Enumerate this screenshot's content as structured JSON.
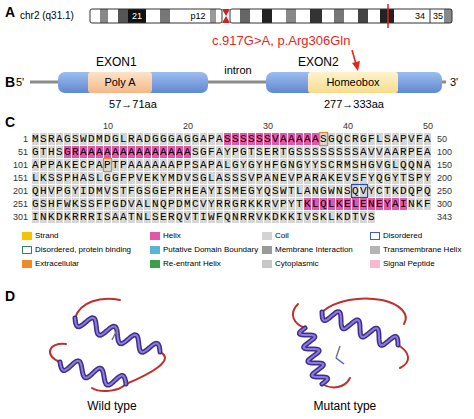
{
  "diagram": {
    "nodes": [
      {
        "text": [
          "EXON1"
        ]
      },
      {
        "text": [
          "Poly A"
        ],
        "in": 0
      },
      {
        "text": [
          "EXON2"
        ]
      },
      {
        "text": [
          "Homeobox"
        ],
        "in": 2
      }
    ],
    "labels": [
      "A",
      "chr2 (q31.1)",
      "21",
      "p12",
      "34",
      "35",
      "c.917G>A, p.Arg306Gln",
      "B",
      "5'",
      "intron",
      "3'",
      "57→71aa",
      "277→333aa",
      "C",
      "10",
      "20",
      "30",
      "40",
      "50",
      "1",
      "MSRAGSWDMDGLRADGGGAGGAPASSSSSSVAAAAASGQCRGFLSAPVFA",
      "50",
      "51",
      "GTHSGRAAAAAAAAAAAAAASGFAYPGTSERTGSSSSSSSSAVVAARPEA",
      "100",
      "101",
      "APPAKECPAPTPAAAAAAPPSAPALGYGYHFGNGYYSCRMSHGVGLQQNA",
      "150",
      "151",
      "LKSSPHASLGGFPVEKYMDVSGLASSSVPANEVPARAKEVSFYQGYTSPY",
      "200",
      "201",
      "QHVPGYIDMVSTFGSGEPRHEAYISMEGYQSWTLANGWNSQVYCTKDQPQ",
      "250",
      "251",
      "GSHFWKSSFPGDVALNQPDMCVYRRGRKKRVPYTKLQLKELENEYAINKF",
      "300",
      "301",
      "INKDKRRRISAATNLSERQVTIWFQNRRVKDKKIVSKLKDTVS",
      "343",
      "D",
      "Wild type",
      "Mutant type"
    ],
    "legend": [
      {
        "text": "Strand",
        "color": "#f5c400"
      },
      {
        "text": "Helix",
        "color": "#e456a8"
      },
      {
        "text": "Coil",
        "color": "#d3d3d3"
      },
      {
        "text": "Disordered"
      },
      {
        "text": "Disordered, protein binding"
      },
      {
        "text": "Putative Domain Boundary",
        "color": "#5ab4d6"
      },
      {
        "text": "Membrane Interaction",
        "color": "#9a9a9a"
      },
      {
        "text": "Transmembrane Helix",
        "color": "#b5b5b5"
      },
      {
        "text": "Extracellular",
        "color": "#f08a24"
      },
      {
        "text": "Re-entrant Helix",
        "color": "#3aa04a"
      },
      {
        "text": "Cytoplasmic",
        "color": "#c8c8c8"
      },
      {
        "text": "Signal Peptide",
        "color": "#f7b9cf"
      }
    ]
  }
}
